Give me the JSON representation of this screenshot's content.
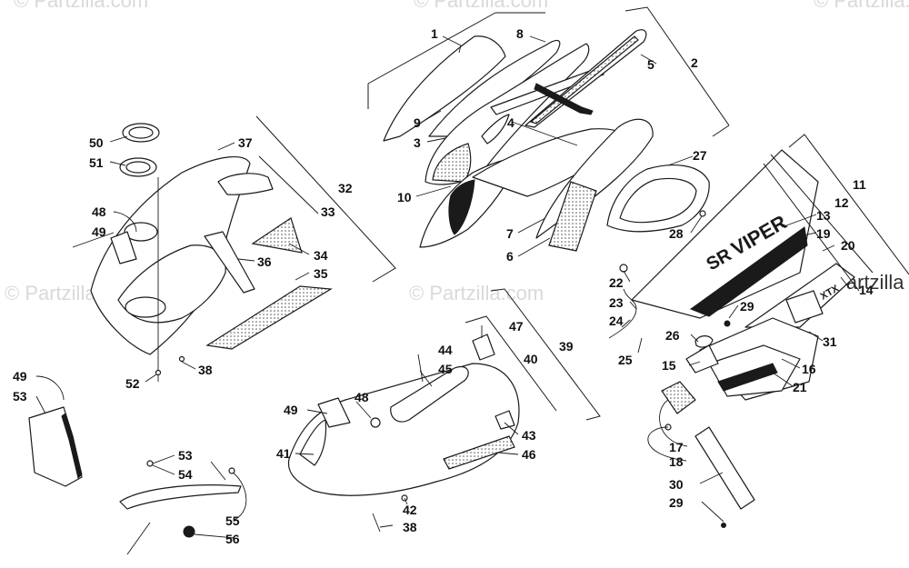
{
  "watermarks": [
    "© Partzilla.com",
    "© Partzilla.com",
    "© Partzilla.com",
    "© Partzilla.com",
    "© Partzilla.com",
    "©Partzilla"
  ],
  "decals": {
    "sr": "SR",
    "viper": "VIPER",
    "model": "XTX"
  },
  "callouts": {
    "c1": "1",
    "c2": "2",
    "c3": "3",
    "c4": "4",
    "c5": "5",
    "c6": "6",
    "c7": "7",
    "c8": "8",
    "c9": "9",
    "c10": "10",
    "c11": "11",
    "c12": "12",
    "c13": "13",
    "c14": "14",
    "c15": "15",
    "c16": "16",
    "c17": "17",
    "c18": "18",
    "c19": "19",
    "c20": "20",
    "c21": "21",
    "c22": "22",
    "c23": "23",
    "c24": "24",
    "c25": "25",
    "c26": "26",
    "c27": "27",
    "c28": "28",
    "c29a": "29",
    "c29b": "29",
    "c30": "30",
    "c31": "31",
    "c32": "32",
    "c33": "33",
    "c34": "34",
    "c35": "35",
    "c36": "36",
    "c37": "37",
    "c38a": "38",
    "c38b": "38",
    "c39": "39",
    "c40": "40",
    "c41": "41",
    "c42": "42",
    "c43": "43",
    "c44": "44",
    "c45": "45",
    "c46": "46",
    "c47": "47",
    "c48a": "48",
    "c48b": "48",
    "c49a": "49",
    "c49b": "49",
    "c49c": "49",
    "c50": "50",
    "c51": "51",
    "c52": "52",
    "c53a": "53",
    "c53b": "53",
    "c54": "54",
    "c55": "55",
    "c56": "56"
  }
}
